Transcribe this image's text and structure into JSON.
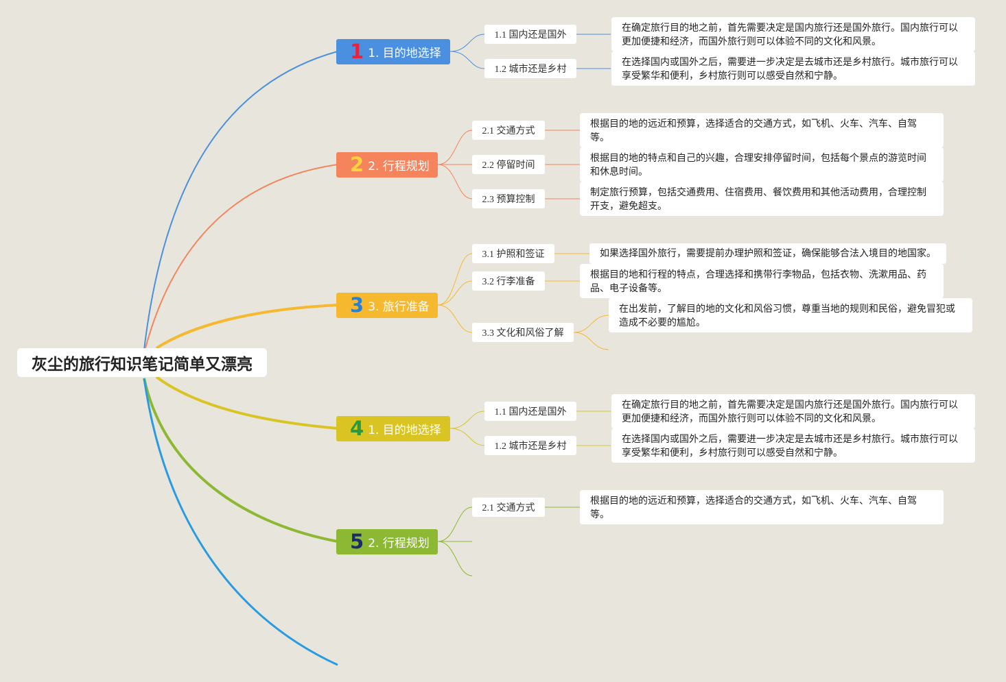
{
  "title": "灰尘的旅行知识笔记简单又漂亮",
  "colors": {
    "background": "#e8e6dc",
    "branch_1": "#4a8fe0",
    "branch_2": "#f5845c",
    "branch_3": "#f5b82e",
    "branch_4": "#d9c423",
    "branch_5": "#8db833",
    "tail_line": "#2a9be0"
  },
  "branches": [
    {
      "num": "1",
      "num_color": "#e8243c",
      "label": "1. 目的地选择",
      "children": [
        {
          "label": "1.1 国内还是国外",
          "desc": "在确定旅行目的地之前，首先需要决定是国内旅行还是国外旅行。国内旅行可以更加便捷和经济，而国外旅行则可以体验不同的文化和风景。"
        },
        {
          "label": "1.2 城市还是乡村",
          "desc": "在选择国内或国外之后，需要进一步决定是去城市还是乡村旅行。城市旅行可以享受繁华和便利，乡村旅行则可以感受自然和宁静。"
        }
      ]
    },
    {
      "num": "2",
      "num_color": "#ffd23f",
      "label": "2. 行程规划",
      "children": [
        {
          "label": "2.1 交通方式",
          "desc": "根据目的地的远近和预算，选择适合的交通方式，如飞机、火车、汽车、自驾等。"
        },
        {
          "label": "2.2 停留时间",
          "desc": "根据目的地的特点和自己的兴趣，合理安排停留时间，包括每个景点的游览时间和休息时间。"
        },
        {
          "label": "2.3 预算控制",
          "desc": "制定旅行预算，包括交通费用、住宿费用、餐饮费用和其他活动费用，合理控制开支，避免超支。"
        }
      ]
    },
    {
      "num": "3",
      "num_color": "#2a7fd0",
      "label": "3. 旅行准备",
      "children": [
        {
          "label": "3.1 护照和签证",
          "desc": "如果选择国外旅行，需要提前办理护照和签证，确保能够合法入境目的地国家。"
        },
        {
          "label": "3.2 行李准备",
          "desc": "根据目的地和行程的特点，合理选择和携带行李物品，包括衣物、洗漱用品、药品、电子设备等。"
        },
        {
          "label": "3.3 文化和风俗了解",
          "desc": "在出发前，了解目的地的文化和风俗习惯，尊重当地的规则和民俗，避免冒犯或造成不必要的尴尬。"
        }
      ]
    },
    {
      "num": "4",
      "num_color": "#2a9a3c",
      "label": "1. 目的地选择",
      "children": [
        {
          "label": "1.1 国内还是国外",
          "desc": "在确定旅行目的地之前，首先需要决定是国内旅行还是国外旅行。国内旅行可以更加便捷和经济，而国外旅行则可以体验不同的文化和风景。"
        },
        {
          "label": "1.2 城市还是乡村",
          "desc": "在选择国内或国外之后，需要进一步决定是去城市还是乡村旅行。城市旅行可以享受繁华和便利，乡村旅行则可以感受自然和宁静。"
        }
      ]
    },
    {
      "num": "5",
      "num_color": "#1d2b6e",
      "label": "2. 行程规划",
      "children": [
        {
          "label": "2.1 交通方式",
          "desc": "根据目的地的远近和预算，选择适合的交通方式，如飞机、火车、汽车、自驾等。"
        }
      ]
    }
  ]
}
